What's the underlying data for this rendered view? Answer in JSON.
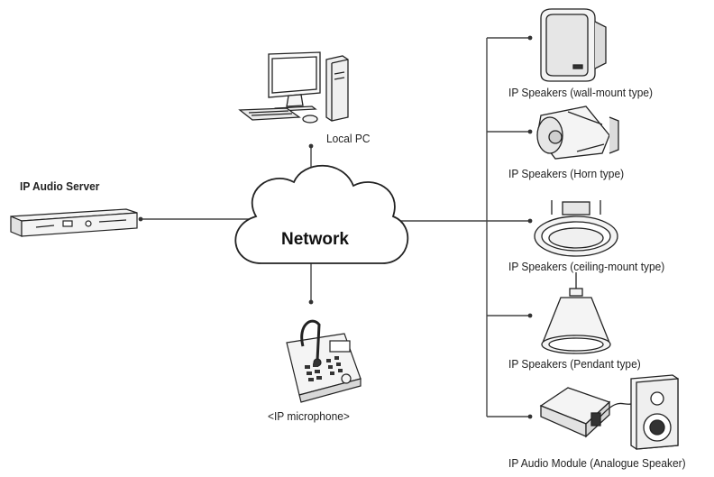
{
  "labels": {
    "server": "IP Audio Server",
    "local_pc": "Local PC",
    "network": "Network",
    "microphone": "<IP microphone>",
    "speaker_wall": "IP Speakers (wall-mount type)",
    "speaker_horn": "IP Speakers (Horn type)",
    "speaker_ceiling": "IP Speakers (ceiling-mount type)",
    "speaker_pendant": "IP Speakers (Pendant type)",
    "audio_module": "IP Audio Module (Analogue Speaker)"
  },
  "colors": {
    "line": "#444444",
    "stroke": "#222222",
    "device_fill": "#f4f4f4",
    "dark": "#333333"
  }
}
